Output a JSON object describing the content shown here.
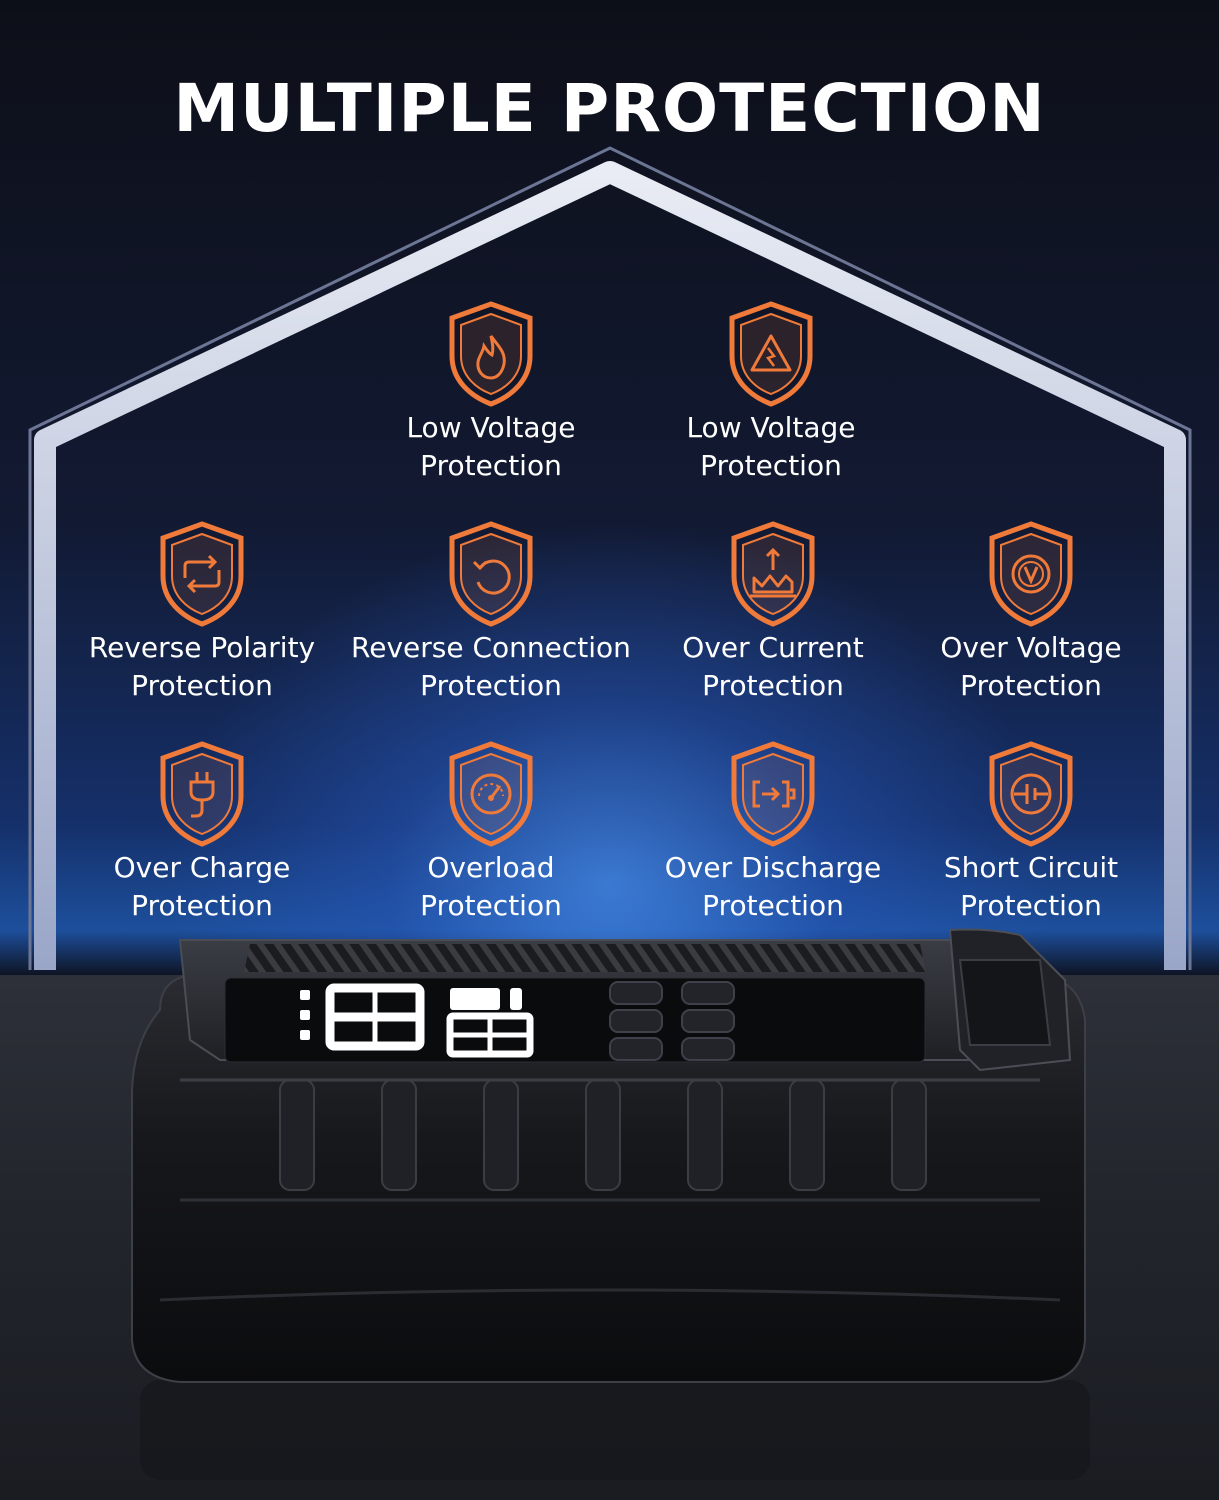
{
  "title": "MULTIPLE PROTECTION",
  "accent_color": "#f07a3a",
  "features": [
    {
      "line1": "Low Voltage",
      "line2": "Protection",
      "icon": "flame-icon"
    },
    {
      "line1": "Low Voltage",
      "line2": "Protection",
      "icon": "warning-triangle-icon"
    },
    {
      "line1": "Reverse Polarity",
      "line2": "Protection",
      "icon": "cycle-arrows-icon"
    },
    {
      "line1": "Reverse Connection",
      "line2": "Protection",
      "icon": "rotate-arrow-icon"
    },
    {
      "line1": "Over Current",
      "line2": "Protection",
      "icon": "current-surge-icon"
    },
    {
      "line1": "Over Voltage",
      "line2": "Protection",
      "icon": "voltmeter-icon"
    },
    {
      "line1": "Over Charge",
      "line2": "Protection",
      "icon": "plug-icon"
    },
    {
      "line1": "Overload",
      "line2": "Protection",
      "icon": "gauge-icon"
    },
    {
      "line1": "Over Discharge",
      "line2": "Protection",
      "icon": "battery-discharge-icon"
    },
    {
      "line1": "Short Circuit",
      "line2": "Protection",
      "icon": "short-circuit-icon"
    }
  ]
}
